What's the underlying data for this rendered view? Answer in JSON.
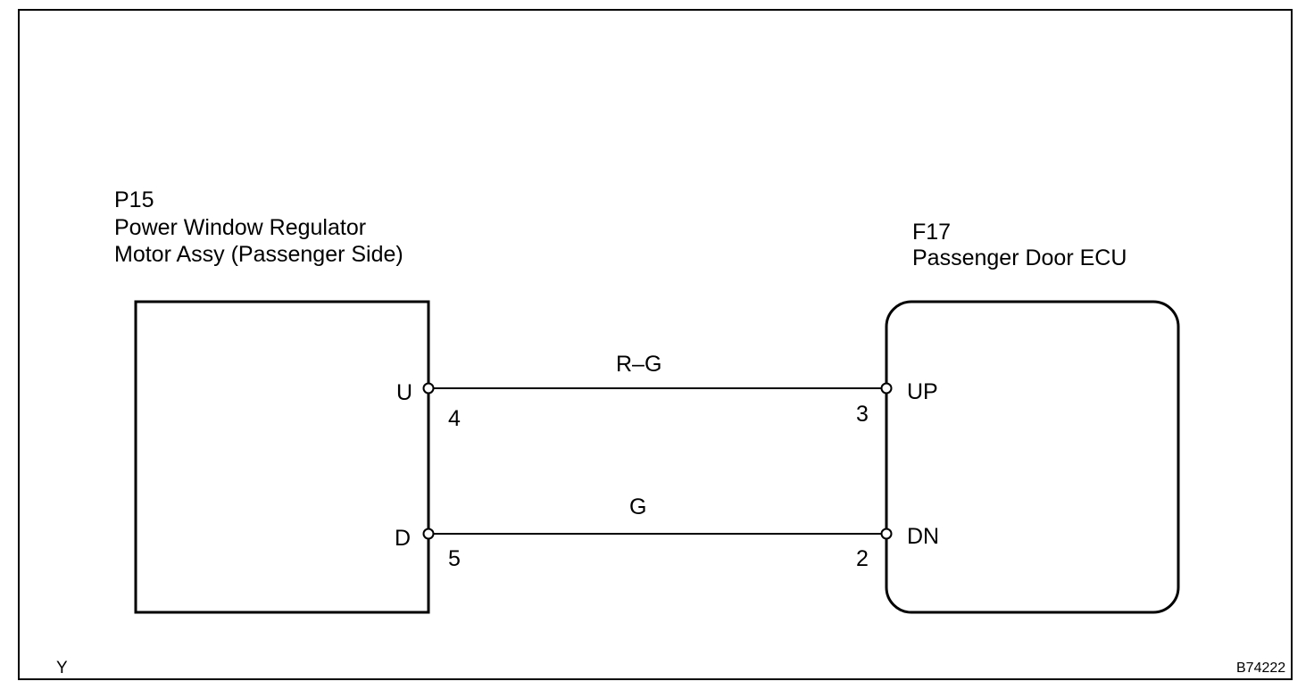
{
  "component_left": {
    "code": "P15",
    "name_line1": "Power Window Regulator",
    "name_line2": "Motor Assy (Passenger Side)"
  },
  "component_right": {
    "code": "F17",
    "name": "Passenger Door ECU"
  },
  "wires": [
    {
      "color_code": "R–G",
      "left_terminal": "U",
      "left_pin": "4",
      "right_terminal": "UP",
      "right_pin": "3"
    },
    {
      "color_code": "G",
      "left_terminal": "D",
      "left_pin": "5",
      "right_terminal": "DN",
      "right_pin": "2"
    }
  ],
  "footer": {
    "left_mark": "Y",
    "figure_id": "B74222"
  }
}
